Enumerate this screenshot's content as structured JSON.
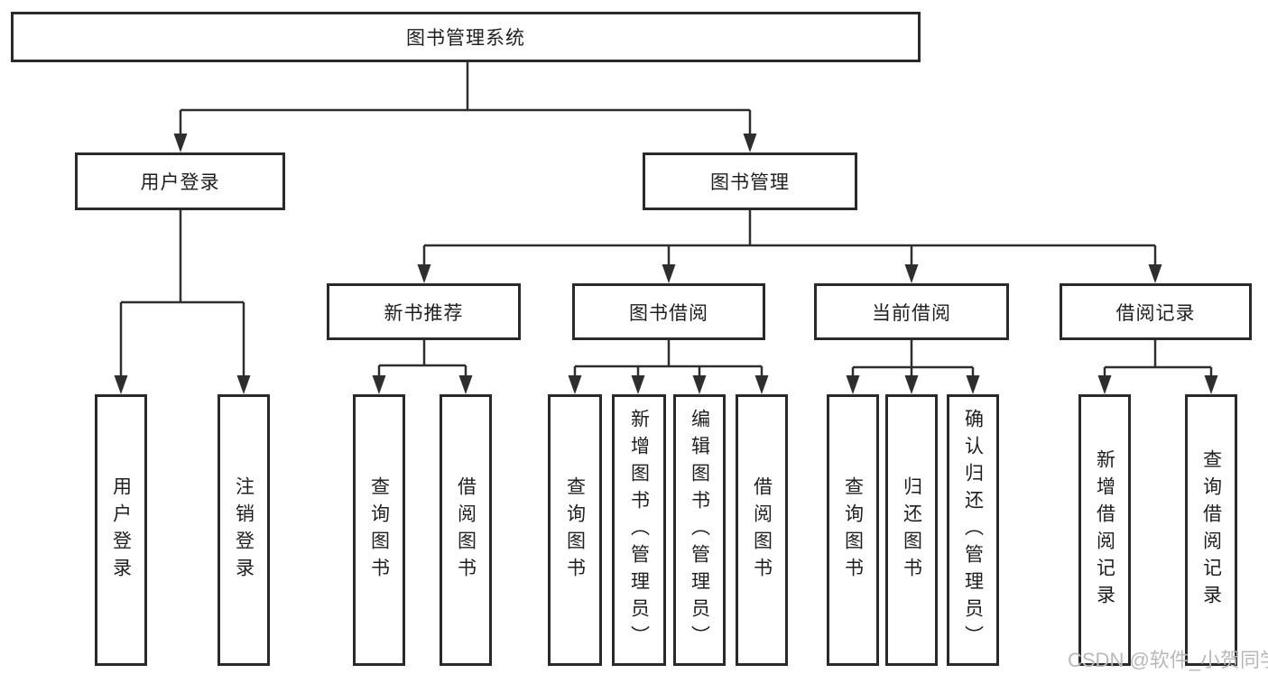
{
  "tree": {
    "label": "图书管理系统",
    "children": [
      {
        "label": "用户登录",
        "children": [
          {
            "label": "用户登录"
          },
          {
            "label": "注销登录"
          }
        ]
      },
      {
        "label": "图书管理",
        "children": [
          {
            "label": "新书推荐",
            "children": [
              {
                "label": "查询图书"
              },
              {
                "label": "借阅图书"
              }
            ]
          },
          {
            "label": "图书借阅",
            "children": [
              {
                "label": "查询图书"
              },
              {
                "label": "新增图书（管理员）"
              },
              {
                "label": "编辑图书（管理员）"
              },
              {
                "label": "借阅图书"
              }
            ]
          },
          {
            "label": "当前借阅",
            "children": [
              {
                "label": "查询图书"
              },
              {
                "label": "归还图书"
              },
              {
                "label": "确认归还（管理员）"
              }
            ]
          },
          {
            "label": "借阅记录",
            "children": [
              {
                "label": "新增借阅记录"
              },
              {
                "label": "查询借阅记录"
              }
            ]
          }
        ]
      }
    ]
  },
  "watermark": {
    "text": "CSDN @软件_小贺同学"
  },
  "colors": {
    "line": "#2e2e2e",
    "box_border": "#2a2a2a",
    "text": "#1f1f1f",
    "background": "#ffffff",
    "watermark": "#b9b9b9"
  }
}
